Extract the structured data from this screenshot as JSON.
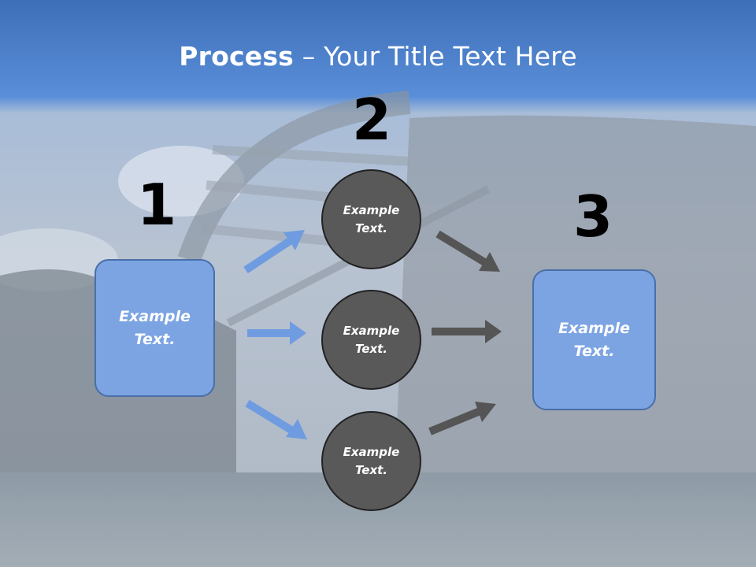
{
  "title": {
    "bold": "Process",
    "rest": " – Your Title Text Here"
  },
  "steps": {
    "one": "1",
    "two": "2",
    "three": "3"
  },
  "left_box": {
    "line1": "Example",
    "line2": "Text."
  },
  "circles": [
    {
      "line1": "Example",
      "line2": "Text."
    },
    {
      "line1": "Example",
      "line2": "Text."
    },
    {
      "line1": "Example",
      "line2": "Text."
    }
  ],
  "right_box": {
    "line1": "Example",
    "line2": "Text."
  },
  "colors": {
    "header_blue": "#4a7fd0",
    "box_fill": "#7ca4e3",
    "circle_fill": "#595959",
    "arrow_blue": "#6f9ce0",
    "arrow_gray": "#555555"
  }
}
